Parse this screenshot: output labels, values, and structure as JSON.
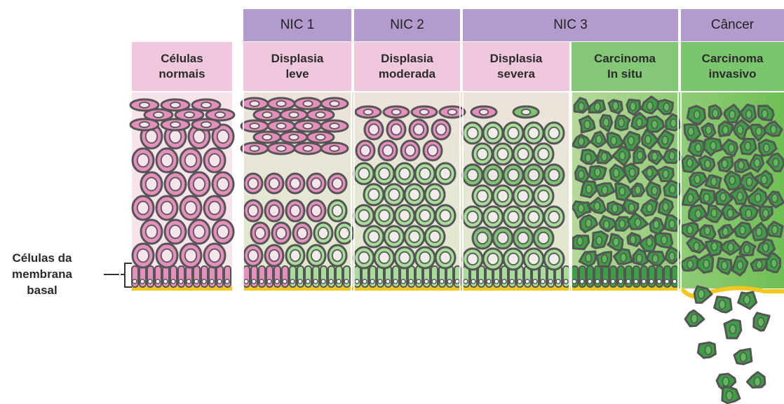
{
  "headers": [
    {
      "label": "NIC 1"
    },
    {
      "label": "NIC 2"
    },
    {
      "label": "NIC 3"
    },
    {
      "label": "Câncer"
    }
  ],
  "stages": [
    {
      "label": "Células\nnormais"
    },
    {
      "label": "Displasia\nleve"
    },
    {
      "label": "Displasia\nmoderada"
    },
    {
      "label": "Displasia\nsevera"
    },
    {
      "label": "Carcinoma\nIn situ"
    },
    {
      "label": "Carcinoma\ninvasivo"
    }
  ],
  "basal_label": "Células da\nmembrana\nbasal",
  "colors": {
    "header": "#b49bcd",
    "label_pink": "#f0c8dd",
    "label_green": "#84c877",
    "normal_cell": "#e58fbd",
    "transition_cell": "#a8dc9a",
    "cancer_cell": "#3e9e45",
    "basement_membrane": "#f2c81e",
    "outline": "#555555"
  }
}
